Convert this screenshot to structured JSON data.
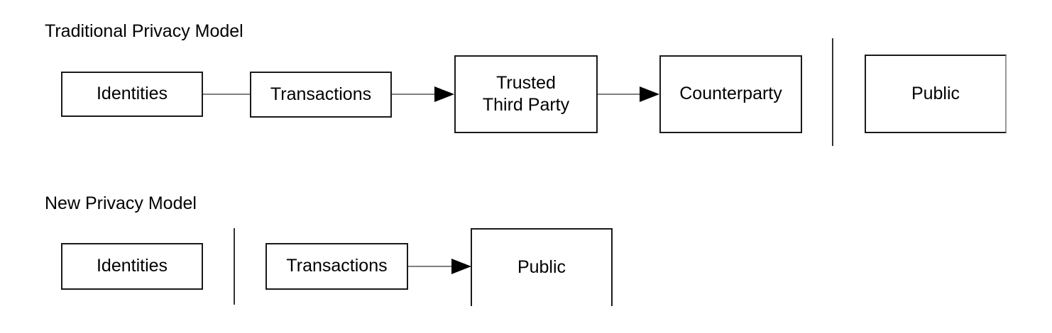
{
  "diagram": {
    "traditional": {
      "title": "Traditional Privacy Model",
      "boxes": {
        "identities": "Identities",
        "transactions": "Transactions",
        "trusted_third_party": "Trusted\nThird Party",
        "counterparty": "Counterparty",
        "public": "Public"
      }
    },
    "new": {
      "title": "New Privacy Model",
      "boxes": {
        "identities": "Identities",
        "transactions": "Transactions",
        "public": "Public"
      }
    }
  },
  "colors": {
    "text": "#000000",
    "box_border": "#1a1a1a",
    "connector": "#808080",
    "arrowhead": "#000000",
    "divider": "#333333",
    "cut_border": "#999999"
  }
}
